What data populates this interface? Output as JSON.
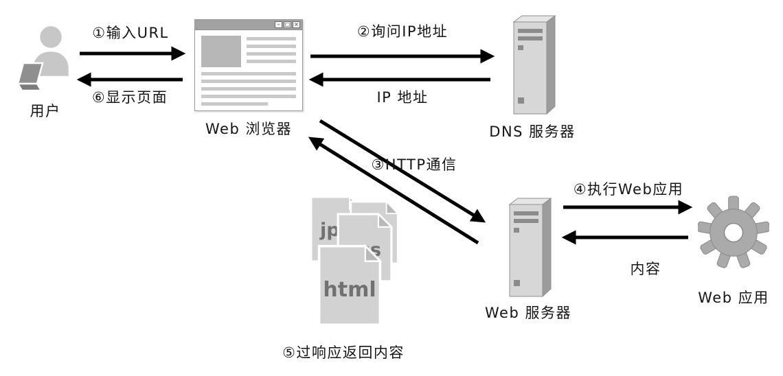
{
  "diagram": {
    "nodes": {
      "user": {
        "label": "用户"
      },
      "browser": {
        "label": "Web 浏览器"
      },
      "dns": {
        "label": "DNS 服务器"
      },
      "webserver": {
        "label": "Web 服务器"
      },
      "webapp": {
        "label": "Web 应用"
      }
    },
    "edges": {
      "step1": {
        "label": "①输入URL"
      },
      "step6": {
        "label": "⑥显示页面"
      },
      "step2": {
        "label": "②询问IP地址"
      },
      "ip_response": {
        "label": "IP 地址"
      },
      "step3": {
        "label": "③HTTP通信"
      },
      "step4": {
        "label": "④执行Web应用"
      },
      "content_response": {
        "label": "内容"
      },
      "step5": {
        "label": "⑤过响应返回内容"
      }
    },
    "files": {
      "jpg": {
        "label": "jpg"
      },
      "css": {
        "label": "css"
      },
      "html": {
        "label": "html"
      }
    },
    "window_controls": {
      "minimize": "–",
      "maximize": "□",
      "close": "×"
    }
  }
}
